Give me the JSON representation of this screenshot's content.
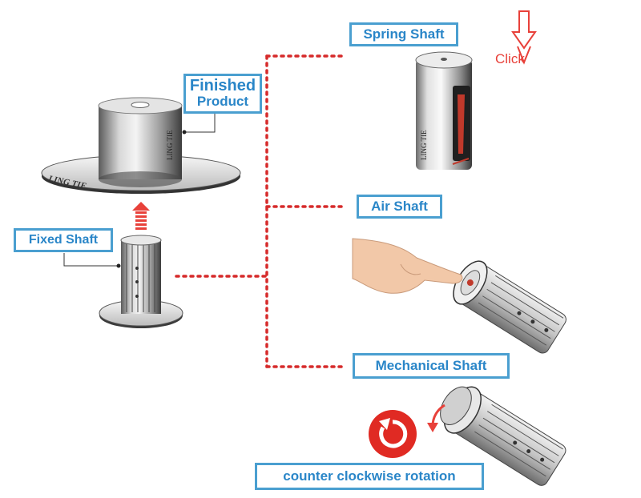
{
  "labels": {
    "spring_shaft": "Spring Shaft",
    "finished_line1": "Finished",
    "finished_line2": "Product",
    "fixed_shaft": "Fixed Shaft",
    "air_shaft": "Air Shaft",
    "mechanical_shaft": "Mechanical Shaft",
    "counter_clockwise": "counter clockwise rotation",
    "click": "Click"
  },
  "brand": {
    "disc_text": "LING TIE",
    "shaft_text": "LING TIE"
  },
  "colors": {
    "label_border": "#4a9fd0",
    "label_text": "#2a86c8",
    "dotted_line": "#d62a2a",
    "accent_red": "#e8413a"
  }
}
